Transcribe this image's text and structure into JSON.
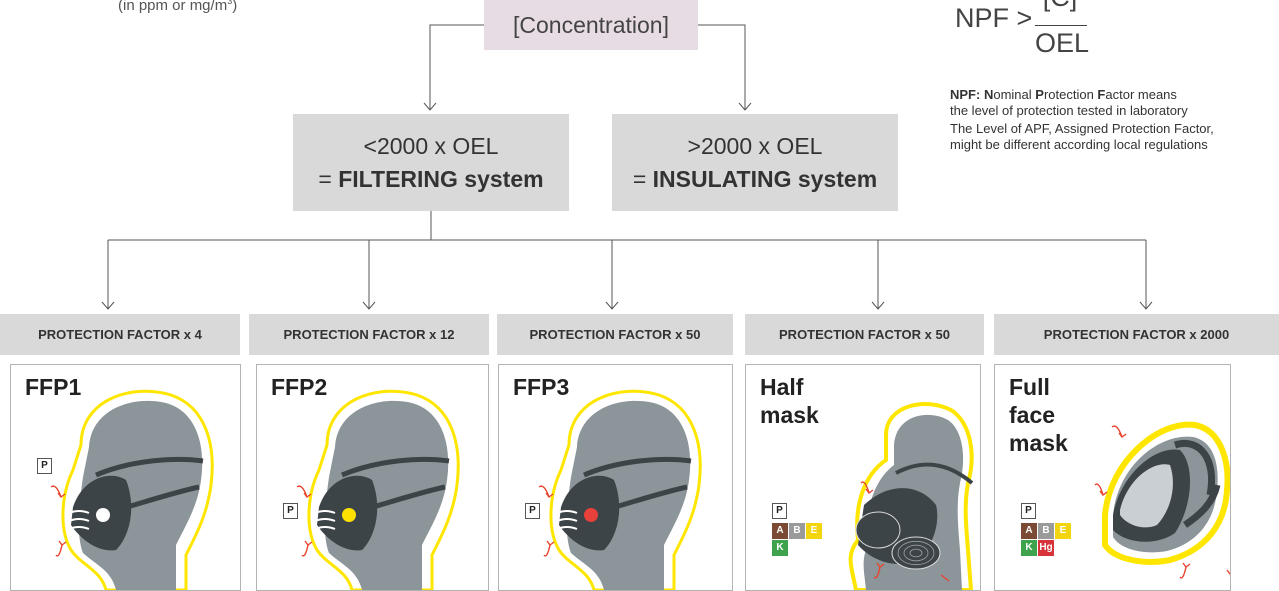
{
  "top_note": {
    "text": "(in ppm or mg/m",
    "sup": "3",
    "close": ")"
  },
  "concentration": {
    "label": "[Concentration]"
  },
  "systems": [
    {
      "line1": "<2000 x OEL",
      "prefix": "= ",
      "bold": "FILTERING system"
    },
    {
      "line1": ">2000 x OEL",
      "prefix": "= ",
      "bold": "INSULATING system"
    }
  ],
  "formula": {
    "lhs": "NPF >",
    "numerator": "[C]",
    "denominator": "OEL"
  },
  "notes": {
    "n1_parts": [
      {
        "b": true,
        "t": "NPF: N"
      },
      {
        "b": false,
        "t": "ominal "
      },
      {
        "b": true,
        "t": "P"
      },
      {
        "b": false,
        "t": "rotection "
      },
      {
        "b": true,
        "t": "F"
      },
      {
        "b": false,
        "t": "actor means"
      }
    ],
    "n1_line2": "the level of protection tested in laboratory",
    "n2_line1": "The Level of APF, Assigned Protection Factor,",
    "n2_line2": "might be different according local regulations"
  },
  "columns": [
    {
      "factor": "PROTECTION FACTOR x 4",
      "title": "FFP1",
      "type": "disposable",
      "dot": "#ffffff",
      "p": "P",
      "codes": []
    },
    {
      "factor": "PROTECTION FACTOR x 12",
      "title": "FFP2",
      "type": "disposable",
      "dot": "#ffe000",
      "p": "P",
      "codes": []
    },
    {
      "factor": "PROTECTION FACTOR x 50",
      "title": "FFP3",
      "type": "disposable",
      "dot": "#e8403a",
      "p": "P",
      "codes": []
    },
    {
      "factor": "PROTECTION FACTOR x 50",
      "title": "Half mask",
      "type": "half",
      "p": "P",
      "codes": [
        {
          "t": "A",
          "c": "#7a4a35"
        },
        {
          "t": "B",
          "c": "#9a9a9a"
        },
        {
          "t": "E",
          "c": "#f2d50f"
        },
        {
          "t": "K",
          "c": "#3fa34d"
        }
      ]
    },
    {
      "factor": "PROTECTION FACTOR x 2000",
      "title": "Full face mask",
      "type": "full",
      "p": "P",
      "codes": [
        {
          "t": "A",
          "c": "#7a4a35"
        },
        {
          "t": "B",
          "c": "#9a9a9a"
        },
        {
          "t": "E",
          "c": "#f2d50f"
        },
        {
          "t": "K",
          "c": "#3fa34d"
        },
        {
          "t": "Hg",
          "c": "#d6333a"
        }
      ]
    }
  ],
  "colors": {
    "halo": "#ffe600",
    "head": "#8c959a",
    "mask": "#3d4448",
    "arrow": "#e8452e",
    "box": "#d9d9d9"
  }
}
